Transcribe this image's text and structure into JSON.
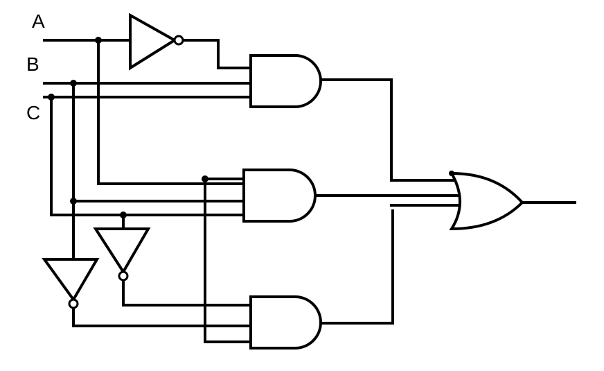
{
  "inputs": [
    {
      "label": "A"
    },
    {
      "label": "B"
    },
    {
      "label": "C"
    }
  ]
}
